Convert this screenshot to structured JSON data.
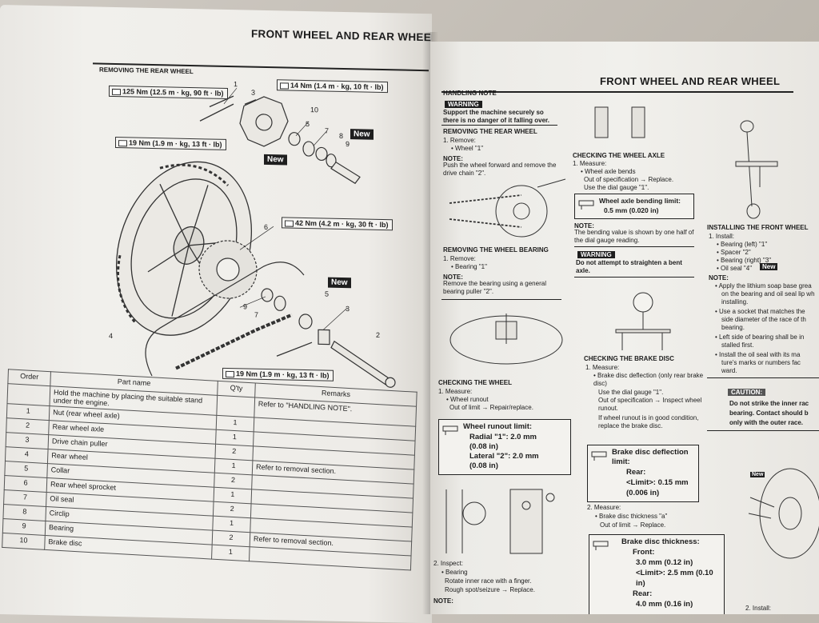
{
  "left_page": {
    "header": "FRONT WHEEL AND REAR WHEEL",
    "section": "REMOVING THE REAR WHEEL",
    "torques": {
      "t1": "125 Nm (12.5 m · kg, 90 ft · lb)",
      "t2": "14 Nm (1.4 m · kg, 10 ft · lb)",
      "t3": "19 Nm (1.9 m · kg, 13 ft · lb)",
      "t4": "42 Nm (4.2 m · kg, 30 ft · lb)",
      "t5": "19 Nm (1.9 m · kg, 13 ft · lb)"
    },
    "new_label": "New",
    "callouts": [
      "1",
      "3",
      "10",
      "5",
      "7",
      "8",
      "9",
      "6",
      "4",
      "9",
      "7",
      "5",
      "3",
      "2"
    ],
    "table": {
      "headers": [
        "Order",
        "Part name",
        "Q'ty",
        "Remarks"
      ],
      "rows": [
        {
          "order": "",
          "part": "Hold the machine by placing the suitable stand under the engine.",
          "qty": "",
          "remarks": "Refer to \"HANDLING NOTE\"."
        },
        {
          "order": "1",
          "part": "Nut (rear wheel axle)",
          "qty": "1",
          "remarks": ""
        },
        {
          "order": "2",
          "part": "Rear wheel axle",
          "qty": "1",
          "remarks": ""
        },
        {
          "order": "3",
          "part": "Drive chain puller",
          "qty": "2",
          "remarks": ""
        },
        {
          "order": "4",
          "part": "Rear wheel",
          "qty": "1",
          "remarks": "Refer to removal section."
        },
        {
          "order": "5",
          "part": "Collar",
          "qty": "2",
          "remarks": ""
        },
        {
          "order": "6",
          "part": "Rear wheel sprocket",
          "qty": "1",
          "remarks": ""
        },
        {
          "order": "7",
          "part": "Oil seal",
          "qty": "2",
          "remarks": ""
        },
        {
          "order": "8",
          "part": "Circlip",
          "qty": "1",
          "remarks": ""
        },
        {
          "order": "9",
          "part": "Bearing",
          "qty": "2",
          "remarks": "Refer to removal section."
        },
        {
          "order": "10",
          "part": "Brake disc",
          "qty": "1",
          "remarks": ""
        }
      ]
    }
  },
  "right_page": {
    "header": "FRONT WHEEL AND REAR WHEEL",
    "col1": {
      "handling_note": "HANDLING NOTE",
      "warning_label": "WARNING",
      "warning_text": "Support the machine securely so there is no danger of it falling over.",
      "removing_rear_wheel": "REMOVING THE REAR WHEEL",
      "remove_step": "1. Remove:",
      "remove_item": "• Wheel \"1\"",
      "note_label": "NOTE:",
      "note_text": "Push the wheel forward and remove the drive chain \"2\".",
      "removing_bearing": "REMOVING THE WHEEL BEARING",
      "remove_step2": "1. Remove:",
      "remove_item2": "• Bearing \"1\"",
      "note_label2": "NOTE:",
      "note_text2": "Remove the bearing using a general bearing puller \"2\".",
      "checking_wheel": "CHECKING THE WHEEL",
      "measure": "1. Measure:",
      "runout": "• Wheel runout",
      "runout_limit": "Out of limit → Repair/replace.",
      "spec_title": "Wheel runout limit:",
      "spec_radial": "Radial \"1\": 2.0 mm",
      "spec_radial2": "(0.08 in)",
      "spec_lateral": "Lateral \"2\": 2.0 mm",
      "spec_lateral2": "(0.08 in)",
      "inspect": "2. Inspect:",
      "bearing": "• Bearing",
      "rotate": "Rotate inner race with a finger.",
      "rough": "Rough spot/seizure → Replace.",
      "note_bottom": "NOTE:"
    },
    "col2": {
      "checking_axle": "CHECKING THE WHEEL AXLE",
      "measure": "1. Measure:",
      "axle_bends": "• Wheel axle bends",
      "out_spec": "Out of specification → Replace.",
      "use_gauge": "Use the dial gauge \"1\".",
      "spec_title": "Wheel axle bending limit:",
      "spec_value": "0.5 mm (0.020 in)",
      "note_label": "NOTE:",
      "note_text": "The bending value is shown by one half of the dial gauge reading.",
      "warning_label": "WARNING",
      "warning_text": "Do not attempt to straighten a bent axle.",
      "checking_disc": "CHECKING THE BRAKE DISC",
      "measure2": "1. Measure:",
      "disc_deflection": "• Brake disc deflection (only rear brake disc)",
      "use_gauge2": "Use the dial gauge \"1\".",
      "out_spec2": "Out of specification → Inspect wheel runout.",
      "if_good": "If wheel runout is in good condition, replace the brake disc.",
      "spec2_title": "Brake disc deflection limit:",
      "spec2_rear": "Rear:",
      "spec2_limit": "<Limit>: 0.15 mm",
      "spec2_limit2": "(0.006 in)",
      "measure3": "2. Measure:",
      "thickness": "• Brake disc thickness \"a\"",
      "out_limit": "Out of limit → Replace.",
      "spec3_title": "Brake disc thickness:",
      "spec3_front": "Front:",
      "spec3_front_v": "3.0 mm (0.12 in)",
      "spec3_front_l": "<Limit>: 2.5 mm (0.10",
      "spec3_front_l2": "in)",
      "spec3_rear": "Rear:",
      "spec3_rear_v": "4.0 mm (0.16 in)"
    },
    "col3": {
      "installing_front": "INSTALLING THE FRONT WHEEL",
      "install": "1. Install:",
      "item1": "• Bearing (left) \"1\"",
      "item2": "• Spacer \"2\"",
      "item3": "• Bearing (right) \"3\"",
      "item4": "• Oil seal \"4\"",
      "new_label": "New",
      "note_label": "NOTE:",
      "n1a": "• Apply the lithium soap base grea",
      "n1b": "on the bearing and oil seal lip wh",
      "n1c": "installing.",
      "n2a": "• Use a socket that matches the",
      "n2b": "side diameter of the race of th",
      "n2c": "bearing.",
      "n3a": "• Left side of bearing shall be in",
      "n3b": "stalled first.",
      "n4a": "• Install the oil seal with its ma",
      "n4b": "ture's marks or numbers fac",
      "n4c": "ward.",
      "caution_label": "CAUTION:",
      "c1": "Do not strike the inner rac",
      "c2": "bearing. Contact should b",
      "c3": "only with the outer race.",
      "install2": "2. Install:"
    }
  }
}
